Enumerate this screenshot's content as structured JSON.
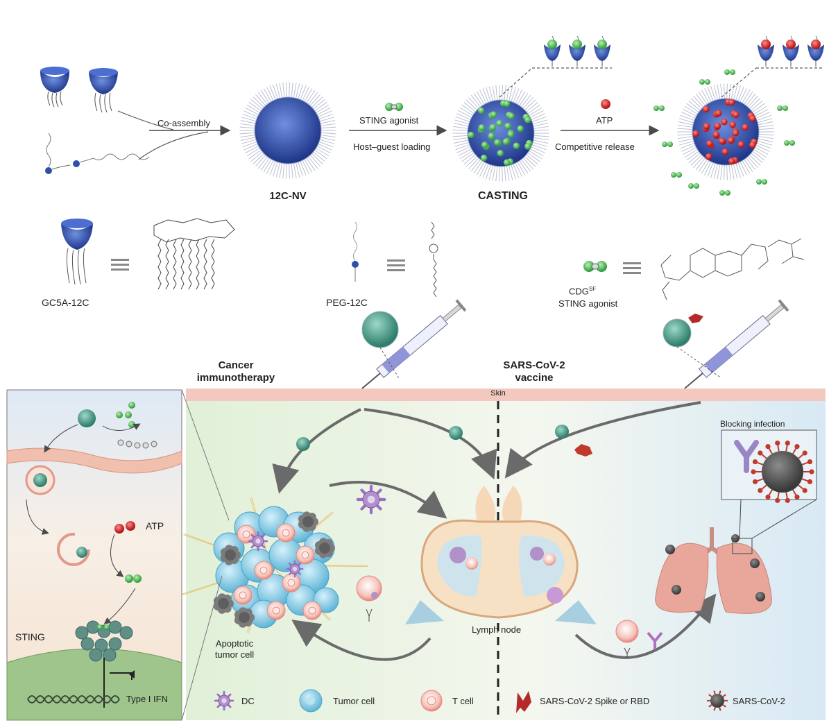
{
  "top_row": {
    "step1_label": "Co-assembly",
    "particle1_name": "12C-NV",
    "step2_label_top": "STING agonist",
    "step2_label_bottom": "Host–guest loading",
    "particle2_name": "CASTING",
    "step3_label_top": "ATP",
    "step3_label_bottom": "Competitive release"
  },
  "legend_components": {
    "gc5a": "GC5A-12C",
    "peg": "PEG-12C",
    "cdg_line1": "CDG",
    "cdg_sup": "SF",
    "cdg_line2": "STING agonist"
  },
  "application": {
    "left_title_line1": "Cancer",
    "left_title_line2": "immunotherapy",
    "right_title_line1": "SARS-CoV-2",
    "right_title_line2": "vaccine",
    "skin": "Skin",
    "lymph_node": "Lymph node",
    "apoptotic_line1": "Apoptotic",
    "apoptotic_line2": "tumor cell",
    "blocking": "Blocking infection"
  },
  "inset": {
    "atp": "ATP",
    "sting": "STING",
    "ifn": "Type I IFN"
  },
  "bottom_legend": {
    "dc": "DC",
    "tumor": "Tumor cell",
    "tcell": "T cell",
    "spike": "SARS-CoV-2 Spike or RBD",
    "virus": "SARS-CoV-2"
  },
  "colors": {
    "vesicle_blue": "#2f4fa8",
    "agonist_green": "#4cbb4c",
    "atp_red": "#d32020",
    "skin_pink": "#f3c9bf",
    "tumor_blue": "#8fd0e8",
    "lung_pink": "#e9a79c",
    "panel_green": "#e3f1dc",
    "panel_blue": "#dcecf6"
  }
}
